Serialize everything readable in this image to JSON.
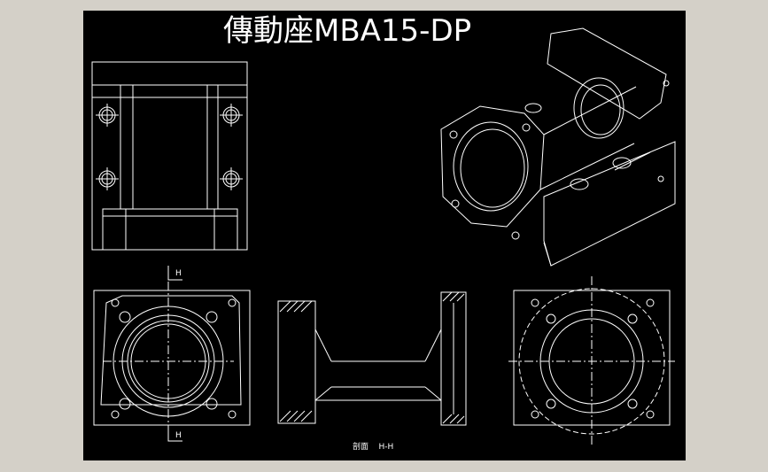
{
  "drawing": {
    "title": "傳動座MBA15-DP",
    "section_label_top": "H",
    "section_label_bottom": "H",
    "section_caption_prefix": "剖面",
    "section_caption": "H-H"
  },
  "colors": {
    "background": "#000000",
    "frame": "#d4d0c8",
    "line": "#ffffff"
  }
}
